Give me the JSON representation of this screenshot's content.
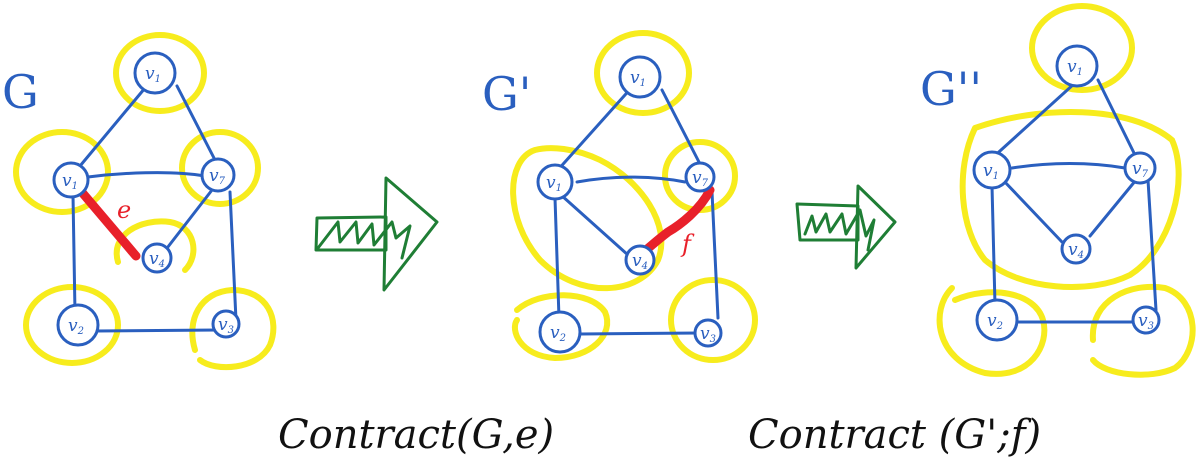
{
  "colors": {
    "graph_ink": "#2a5fbf",
    "highlight_group": "#f7ec1d",
    "contracted_edge": "#e8202a",
    "arrow": "#1f7e35",
    "caption": "#111111"
  },
  "graphs": [
    {
      "title": "G",
      "nodes": [
        {
          "id": "top",
          "label": "v",
          "sub": "1"
        },
        {
          "id": "mid-left",
          "label": "v",
          "sub": "1"
        },
        {
          "id": "mid-right",
          "label": "v",
          "sub": "7"
        },
        {
          "id": "center",
          "label": "v",
          "sub": "4"
        },
        {
          "id": "bottom-left",
          "label": "v",
          "sub": "2"
        },
        {
          "id": "bottom-right",
          "label": "v",
          "sub": "3"
        }
      ],
      "highlighted_edge": {
        "label": "e",
        "from": "mid-left",
        "to": "center"
      }
    },
    {
      "title": "G'",
      "nodes": [
        {
          "id": "top",
          "label": "v",
          "sub": "1"
        },
        {
          "id": "mid-left",
          "label": "v",
          "sub": "1"
        },
        {
          "id": "mid-right",
          "label": "v",
          "sub": "7"
        },
        {
          "id": "center",
          "label": "v",
          "sub": "4"
        },
        {
          "id": "bottom-left",
          "label": "v",
          "sub": "2"
        },
        {
          "id": "bottom-right",
          "label": "v",
          "sub": "3"
        }
      ],
      "highlighted_edge": {
        "label": "f",
        "from": "mid-right",
        "to": "center"
      }
    },
    {
      "title": "G''",
      "nodes": [
        {
          "id": "top",
          "label": "v",
          "sub": "1"
        },
        {
          "id": "mid-left",
          "label": "v",
          "sub": "1"
        },
        {
          "id": "mid-right",
          "label": "v",
          "sub": "7"
        },
        {
          "id": "center",
          "label": "v",
          "sub": "4"
        },
        {
          "id": "bottom-left",
          "label": "v",
          "sub": "2"
        },
        {
          "id": "bottom-right",
          "label": "v",
          "sub": "3"
        }
      ]
    }
  ],
  "captions": [
    "Contract(G,e)",
    "Contract (G';f)"
  ]
}
